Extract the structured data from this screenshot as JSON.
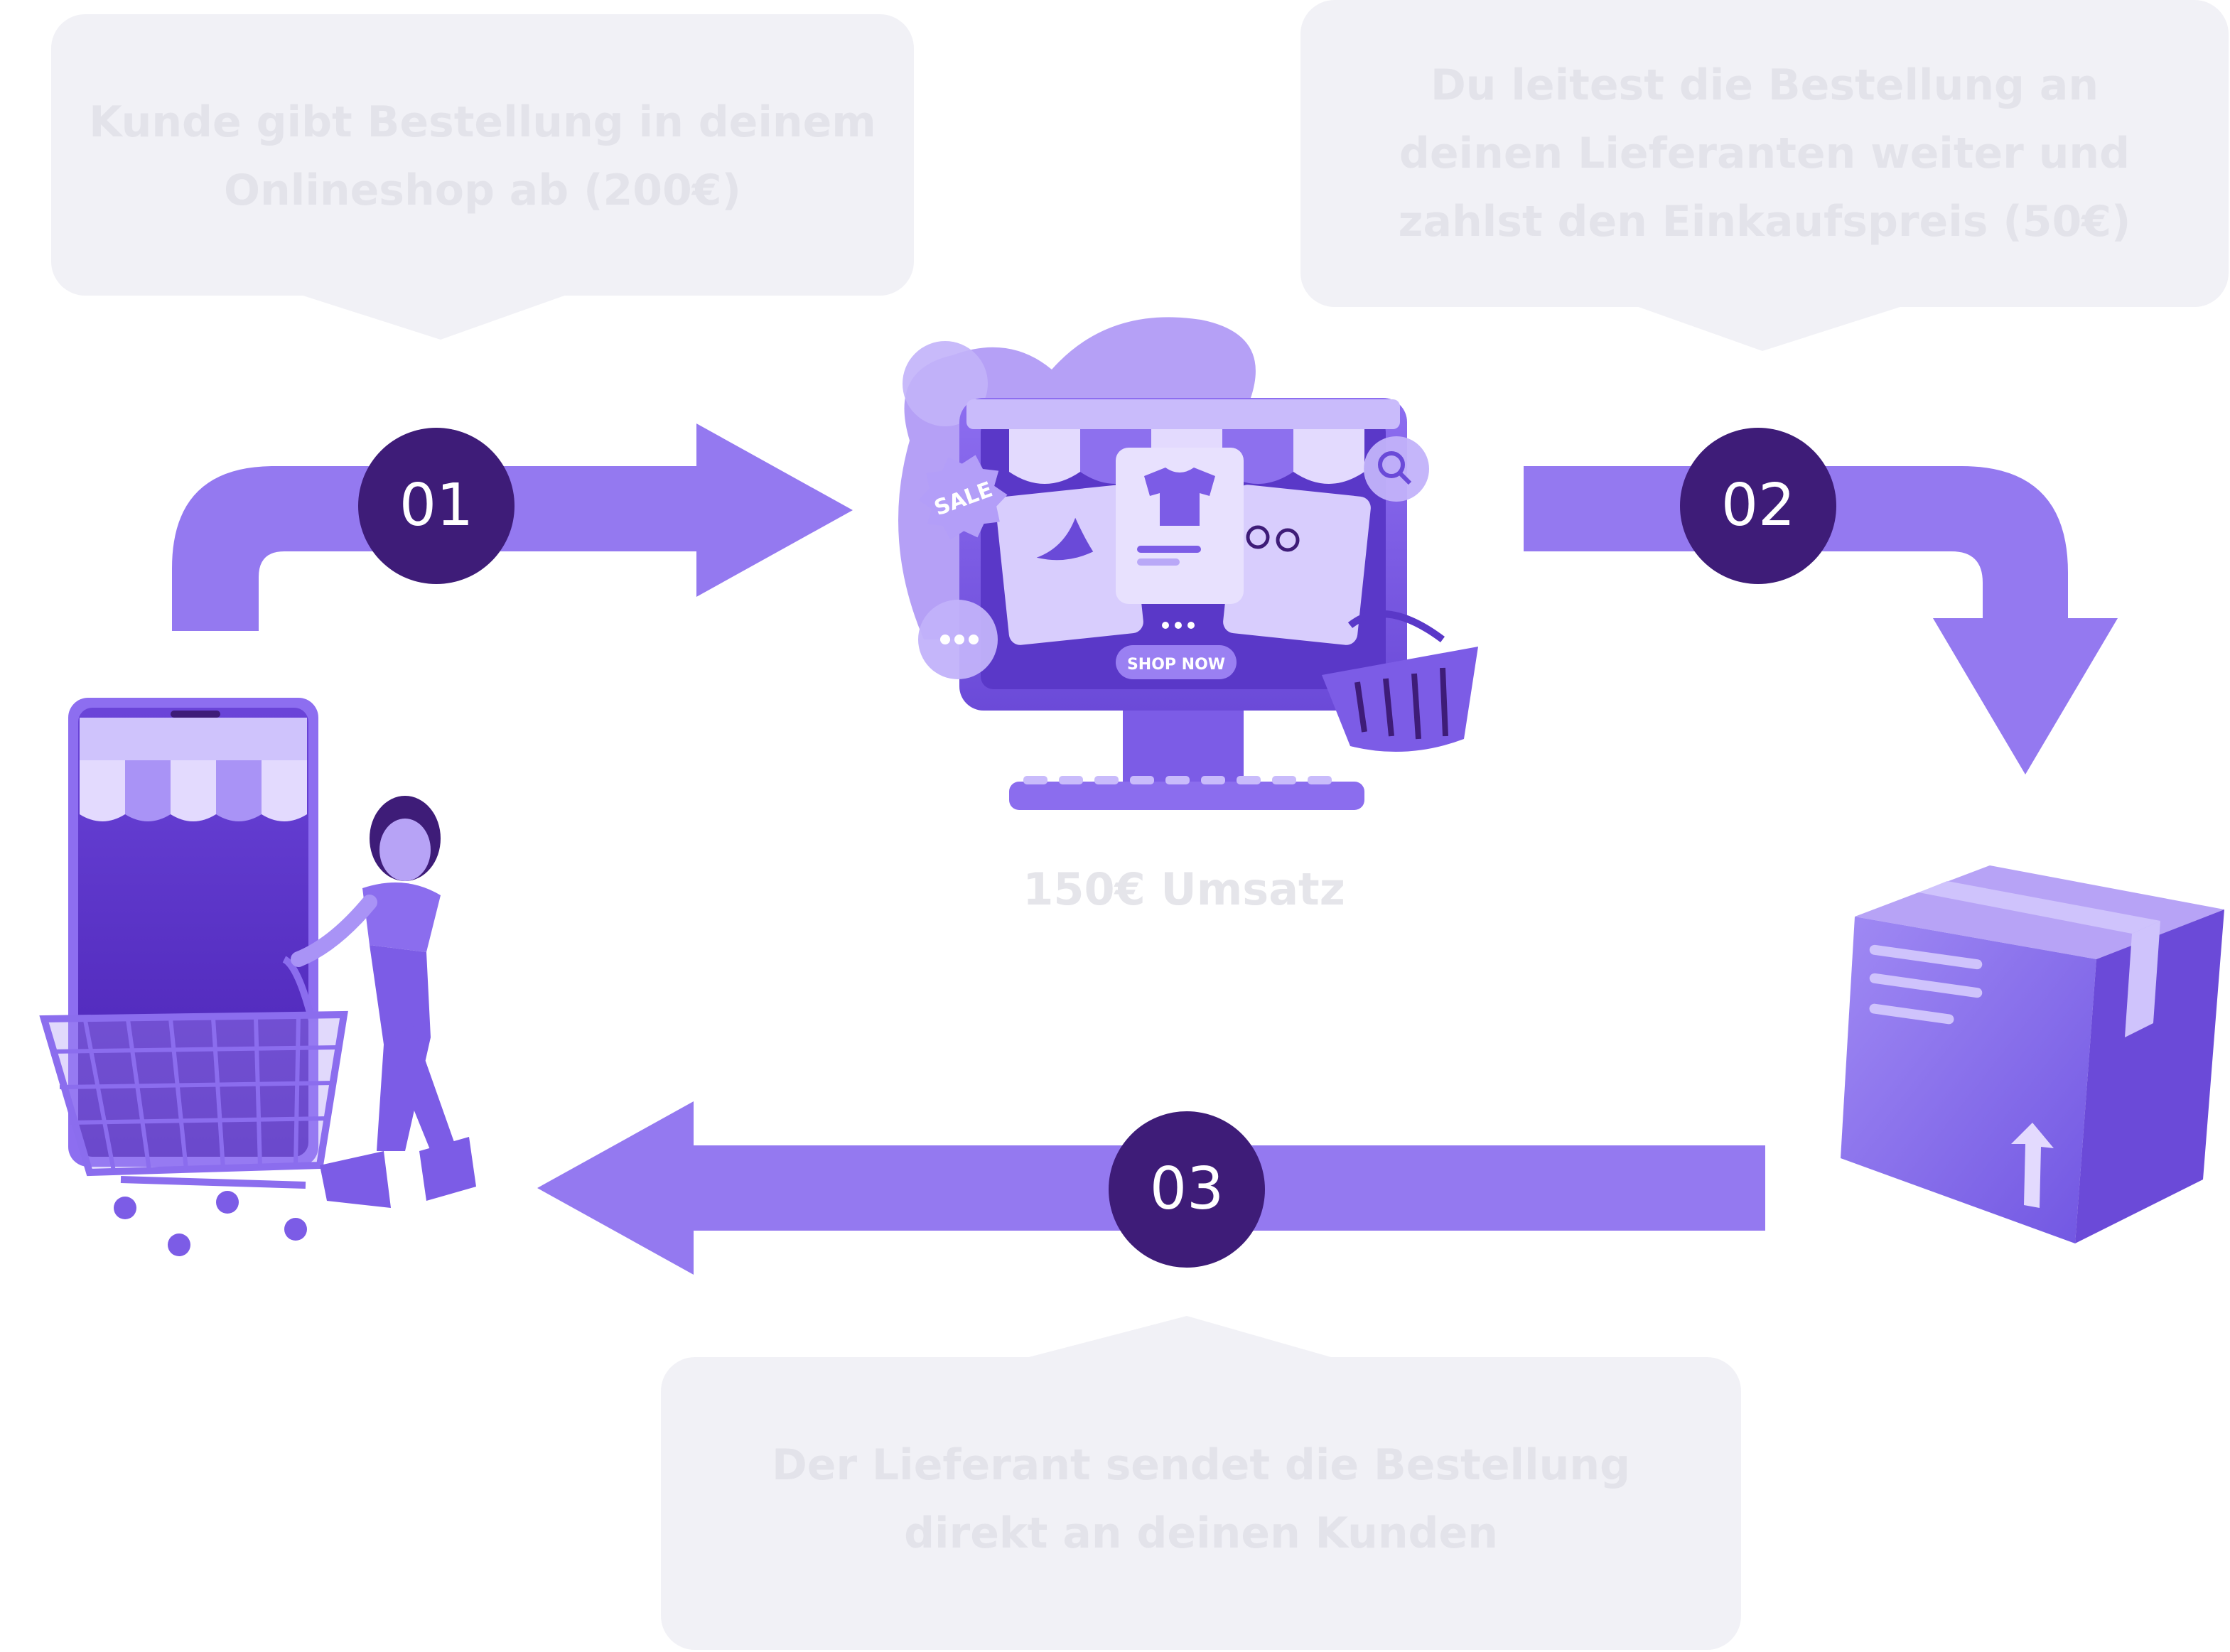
{
  "steps": [
    {
      "number": "01",
      "text_lines": [
        "Kunde gibt Bestellung in deinem",
        "Onlineshop ab (200€)"
      ]
    },
    {
      "number": "02",
      "text_lines": [
        "Du leitest die Bestellung an",
        "deinen Lieferanten weiter und",
        "zahlst den Einkaufspreis (50€)"
      ]
    },
    {
      "number": "03",
      "text_lines": [
        "Der Lieferant sendet die Bestellung",
        "direkt an deinen Kunden"
      ]
    }
  ],
  "revenue_label": "150€ Umsatz",
  "monitor": {
    "sale_badge": "SALE",
    "shop_button": "SHOP NOW"
  },
  "colors": {
    "arrow": "#9479f0",
    "circle": "#3e1c78",
    "bubble": "#f1f1f6",
    "bubble_text": "#e3e3ea",
    "illustration": "#7c5ce6"
  },
  "icons": [
    "shopping-cart-icon",
    "woman-icon",
    "phone-storefront-icon",
    "monitor-storefront-icon",
    "package-box-icon",
    "magnifier-icon",
    "chat-bubble-icon",
    "basket-icon"
  ]
}
